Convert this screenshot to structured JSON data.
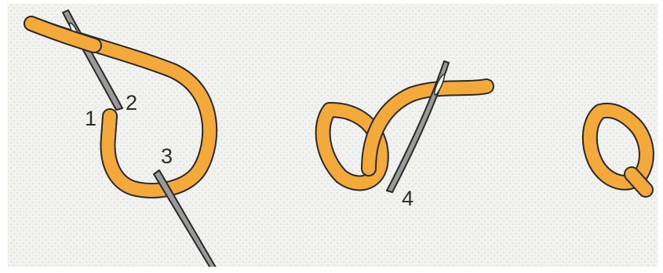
{
  "diagram": {
    "labels": {
      "one": "1",
      "two": "2",
      "three": "3",
      "four": "4"
    },
    "colors": {
      "fabric": "#f3f3f1",
      "fabric_texture": "#e2e2df",
      "thread": "#f4a93b",
      "thread_outline": "#2a2a2a",
      "needle": "#9a9a9a",
      "needle_outline": "#2a2a2a",
      "frame": "#ffffff"
    },
    "icons": {
      "needle": "needle-icon",
      "thread": "thread-icon"
    }
  }
}
